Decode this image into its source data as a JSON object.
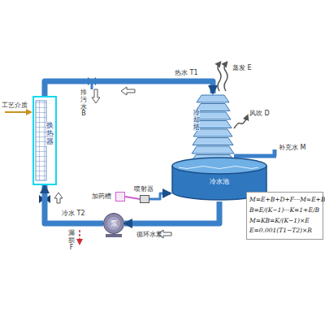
{
  "diagram": {
    "nodes": [
      {
        "text": [
          "换热器"
        ]
      },
      {
        "text": [
          "冷却塔"
        ]
      },
      {
        "text": [
          "冷水池"
        ]
      },
      {
        "text": [
          "泵"
        ]
      },
      {
        "text": [
          "加药槽"
        ]
      },
      {
        "text": [
          "喷射器"
        ]
      },
      {
        "text": [
          "M=E+B+D+F···M≈E+B",
          "B=E/(K−1)···K=1+E/B",
          "M=KB=K/(K−1)×E",
          "E=0.001(T1−T2)×R"
        ]
      }
    ],
    "edges": [
      {
        "from": 0,
        "to": 1,
        "arrow": "to"
      },
      {
        "from": 2,
        "to": 3,
        "arrow": "to"
      },
      {
        "from": 3,
        "to": 0,
        "arrow": "to"
      },
      {
        "from": 4,
        "to": 5,
        "arrow": "none"
      },
      {
        "from": 5,
        "to": 2,
        "arrow": "to"
      }
    ],
    "labels": [
      "工艺介质",
      "热水 T1",
      "排污水 B",
      "蒸发 E",
      "风吹 D",
      "补充水 M",
      "冷水 T2",
      "漏损 F",
      "循环水泵"
    ]
  }
}
